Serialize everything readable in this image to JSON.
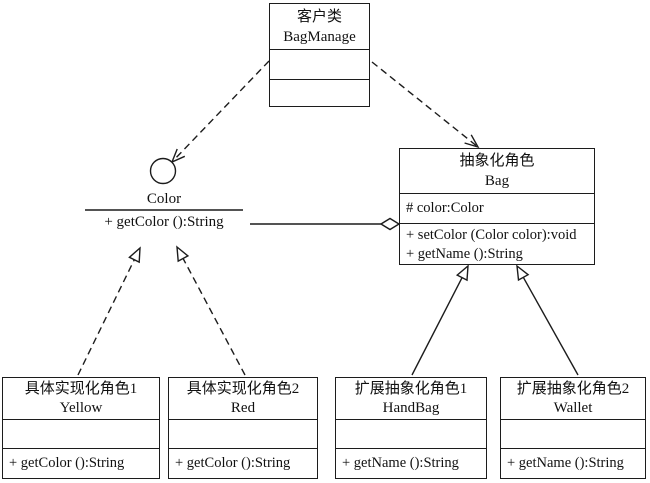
{
  "classes": {
    "client": {
      "stereotype": "客户类",
      "name": "BagManage"
    },
    "bag": {
      "stereotype": "抽象化角色",
      "name": "Bag",
      "attributes": [
        "# color:Color"
      ],
      "operations": [
        "+ setColor (Color color):void",
        "+ getName ():String"
      ]
    },
    "yellow": {
      "stereotype": "具体实现化角色1",
      "name": "Yellow",
      "operations": [
        "+ getColor ():String"
      ]
    },
    "red": {
      "stereotype": "具体实现化角色2",
      "name": "Red",
      "operations": [
        "+ getColor ():String"
      ]
    },
    "handbag": {
      "stereotype": "扩展抽象化角色1",
      "name": "HandBag",
      "operations": [
        "+ getName ():String"
      ]
    },
    "wallet": {
      "stereotype": "扩展抽象化角色2",
      "name": "Wallet",
      "operations": [
        "+ getName ():String"
      ]
    }
  },
  "interface_lollipop": {
    "name": "Color",
    "operation": "+ getColor ():String"
  },
  "colors": {
    "stroke": "#1c1c1c",
    "background": "#ffffff"
  }
}
